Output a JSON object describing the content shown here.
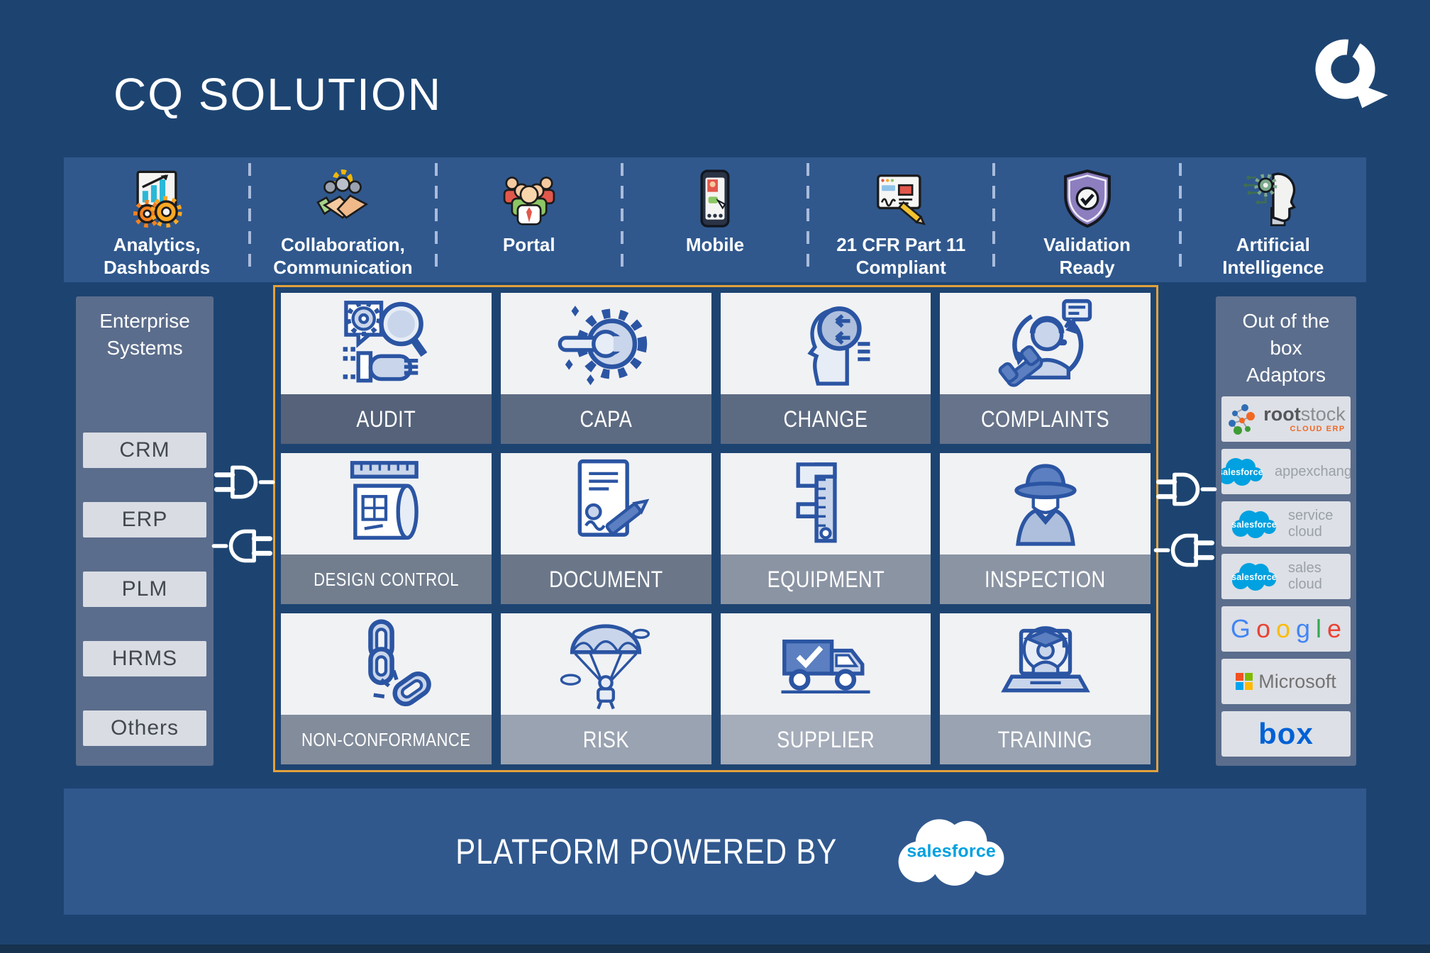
{
  "title": "CQ SOLUTION",
  "colors": {
    "background": "#1d4471",
    "band_blue": "#30588d",
    "panel_slate": "#5b6d8c",
    "panel_item_gray": "#d9dce3",
    "tile_gray": "#f1f2f4",
    "grid_border_orange": "#e2a23c",
    "icon_blue": "#2b55a3",
    "salesforce_blue": "#00A1E0"
  },
  "features": [
    {
      "label": "Analytics,\nDashboards",
      "icon": "analytics"
    },
    {
      "label": "Collaboration,\nCommunication",
      "icon": "collaboration"
    },
    {
      "label": "Portal",
      "icon": "portal"
    },
    {
      "label": "Mobile",
      "icon": "mobile"
    },
    {
      "label": "21 CFR Part 11\nCompliant",
      "icon": "cfr"
    },
    {
      "label": "Validation\nReady",
      "icon": "validation"
    },
    {
      "label": "Artificial\nIntelligence",
      "icon": "ai"
    }
  ],
  "enterprise": {
    "header": "Enterprise\nSystems",
    "items": [
      "CRM",
      "ERP",
      "PLM",
      "HRMS",
      "Others"
    ]
  },
  "modules": [
    {
      "name": "AUDIT",
      "icon": "audit",
      "bar": "#55627a"
    },
    {
      "name": "CAPA",
      "icon": "capa",
      "bar": "#5d6b82"
    },
    {
      "name": "CHANGE",
      "icon": "change",
      "bar": "#5d6b82"
    },
    {
      "name": "COMPLAINTS",
      "icon": "complaints",
      "bar": "#66738a"
    },
    {
      "name": "DESIGN CONTROL",
      "icon": "design",
      "bar": "#727e8e"
    },
    {
      "name": "DOCUMENT",
      "icon": "document",
      "bar": "#6b7789"
    },
    {
      "name": "EQUIPMENT",
      "icon": "equipment",
      "bar": "#8b94a3"
    },
    {
      "name": "INSPECTION",
      "icon": "inspection",
      "bar": "#8b94a3"
    },
    {
      "name": "NON-CONFORMANCE",
      "icon": "nonconformance",
      "bar": "#828c9b"
    },
    {
      "name": "RISK",
      "icon": "risk",
      "bar": "#9aa3b1"
    },
    {
      "name": "SUPPLIER",
      "icon": "supplier",
      "bar": "#a5acba"
    },
    {
      "name": "TRAINING",
      "icon": "training",
      "bar": "#9aa3b1"
    }
  ],
  "adaptors": {
    "header": "Out of the\nbox\nAdaptors",
    "items": [
      {
        "type": "rootstock",
        "text_bold": "root",
        "text_light": "stock",
        "sub": "CLOUD ERP"
      },
      {
        "type": "salesforce",
        "brand": "salesforce",
        "label": "appexchange"
      },
      {
        "type": "salesforce",
        "brand": "salesforce",
        "label": "service cloud"
      },
      {
        "type": "salesforce",
        "brand": "salesforce",
        "label": "sales cloud"
      },
      {
        "type": "google",
        "letters": [
          {
            "ch": "G",
            "color": "#4285F4"
          },
          {
            "ch": "o",
            "color": "#EA4335"
          },
          {
            "ch": "o",
            "color": "#FBBC05"
          },
          {
            "ch": "g",
            "color": "#4285F4"
          },
          {
            "ch": "l",
            "color": "#34A853"
          },
          {
            "ch": "e",
            "color": "#EA4335"
          }
        ]
      },
      {
        "type": "microsoft",
        "label": "Microsoft",
        "squares": [
          "#F25022",
          "#7FBA00",
          "#00A4EF",
          "#FFB900"
        ]
      },
      {
        "type": "box",
        "label": "box",
        "color": "#0061D5"
      }
    ]
  },
  "footer": {
    "text": "PLATFORM POWERED BY",
    "brand": "salesforce"
  }
}
